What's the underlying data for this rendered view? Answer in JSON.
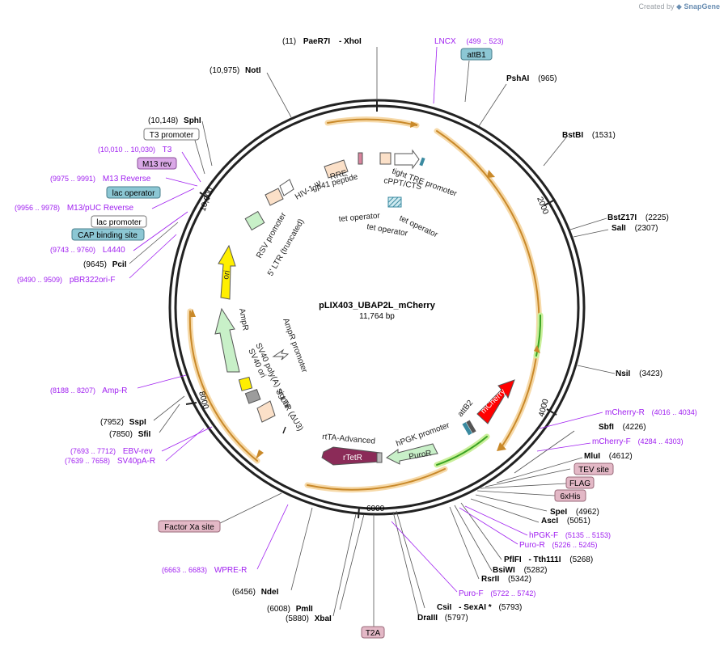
{
  "app": {
    "credit_prefix": "Created by",
    "credit_brand": "SnapGene"
  },
  "map": {
    "title": "pLIX403_UBAP2L_mCherry",
    "size": "11,764 bp"
  },
  "colors": {
    "primer": "#a020f0",
    "site": "#000000",
    "backbone": "#000000",
    "orf": "#e8a33a",
    "green_orf": "#3aa322"
  },
  "ticks": [
    "10,000",
    "2000",
    "4000",
    "6000",
    "8000"
  ],
  "sites": [
    {
      "pos": "(11)",
      "name": "PaeR7I",
      "extra": "- XhoI"
    },
    {
      "pos": "(10,975)",
      "name": "NotI"
    },
    {
      "pos": "(965)",
      "name": "PshAI"
    },
    {
      "pos": "(1531)",
      "name": "BstBI"
    },
    {
      "pos": "(10,148)",
      "name": "SphI"
    },
    {
      "pos": "(2225)",
      "name": "BstZ17I"
    },
    {
      "pos": "(2307)",
      "name": "SalI"
    },
    {
      "pos": "(9645)",
      "name": "PciI"
    },
    {
      "pos": "(3423)",
      "name": "NsiI"
    },
    {
      "pos": "(4226)",
      "name": "SbfI"
    },
    {
      "pos": "(4612)",
      "name": "MluI"
    },
    {
      "pos": "(7952)",
      "name": "SspI"
    },
    {
      "pos": "(7850)",
      "name": "SfiI"
    },
    {
      "pos": "(4962)",
      "name": "SpeI"
    },
    {
      "pos": "(5051)",
      "name": "AscI"
    },
    {
      "pos": "(5268)",
      "name": "PflFI",
      "extra": "- Tth111I"
    },
    {
      "pos": "(5282)",
      "name": "BsiWI"
    },
    {
      "pos": "(5342)",
      "name": "RsrII"
    },
    {
      "pos": "(6456)",
      "name": "NdeI"
    },
    {
      "pos": "(6008)",
      "name": "PmlI"
    },
    {
      "pos": "(5880)",
      "name": "XbaI"
    },
    {
      "pos": "(5793)",
      "name": "CsiI",
      "extra": "- SexAI *"
    },
    {
      "pos": "(5797)",
      "name": "DraIII"
    }
  ],
  "primers": [
    {
      "name": "LNCX",
      "range": "(499 .. 523)"
    },
    {
      "name": "T3",
      "range": "(10,010 .. 10,030)"
    },
    {
      "name": "M13 Reverse",
      "range": "(9975 .. 9991)"
    },
    {
      "name": "M13/pUC Reverse",
      "range": "(9956 .. 9978)"
    },
    {
      "name": "L4440",
      "range": "(9743 .. 9760)"
    },
    {
      "name": "pBR322ori-F",
      "range": "(9490 .. 9509)"
    },
    {
      "name": "mCherry-R",
      "range": "(4016 .. 4034)"
    },
    {
      "name": "mCherry-F",
      "range": "(4284 .. 4303)"
    },
    {
      "name": "Amp-R",
      "range": "(8188 .. 8207)"
    },
    {
      "name": "EBV-rev",
      "range": "(7693 .. 7712)"
    },
    {
      "name": "SV40pA-R",
      "range": "(7639 .. 7658)"
    },
    {
      "name": "hPGK-F",
      "range": "(5135 .. 5153)"
    },
    {
      "name": "Puro-R",
      "range": "(5226 .. 5245)"
    },
    {
      "name": "Puro-F",
      "range": "(5722 .. 5742)"
    },
    {
      "name": "WPRE-R",
      "range": "(6663 .. 6683)"
    }
  ],
  "boxed_labels": [
    {
      "text": "attB1",
      "style": "teal"
    },
    {
      "text": "T3 promoter",
      "style": "white"
    },
    {
      "text": "M13 rev",
      "style": "violet"
    },
    {
      "text": "lac operator",
      "style": "teal"
    },
    {
      "text": "lac promoter",
      "style": "white"
    },
    {
      "text": "CAP binding site",
      "style": "teal"
    },
    {
      "text": "TEV site",
      "style": "pink"
    },
    {
      "text": "FLAG",
      "style": "pink"
    },
    {
      "text": "6xHis",
      "style": "pink"
    },
    {
      "text": "Factor Xa site",
      "style": "pink"
    },
    {
      "text": "T2A",
      "style": "pink"
    }
  ],
  "features": {
    "hiv_psi": "HIV-1 Ψ",
    "rre": "RRE",
    "gp41": "gp41 peptide",
    "tight_tre": "tight TRE promoter",
    "cppt": "cPPT/CTS",
    "tet_op1": "tet operator",
    "tet_op2": "tet operator",
    "tet_op3": "tet operator",
    "rsv": "RSV promoter",
    "ltr5": "5' LTR (truncated)",
    "ori": "ori",
    "ampr": "AmpR",
    "ampr_promoter": "AmpR promoter",
    "sv40_polya": "SV40 poly(A) signal",
    "sv40_ori": "SV40 ori",
    "ltr3": "3' LTR (ΔU3)",
    "rtta": "rtTA-Advanced",
    "rtetr": "rTetR",
    "hpgk": "hPGK promoter",
    "puror": "PuroR",
    "attb2": "attB2",
    "mcherry": "mCherry"
  }
}
